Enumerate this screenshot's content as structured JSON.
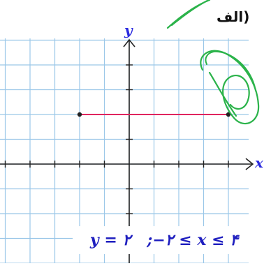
{
  "part_label": "الف)",
  "equation": "y = ۲   ;−۲ ≤ x ≤ ۴",
  "axes": {
    "x_label": "x",
    "y_label": "y"
  },
  "graph": {
    "x_range": [
      -5,
      5
    ],
    "y_range": [
      -5,
      5
    ],
    "grid": true,
    "segment": {
      "y": 2,
      "x_start": -2,
      "x_end": 4,
      "color": "#e0245e"
    }
  },
  "colors": {
    "grid": "#9bc7e8",
    "axis": "#222222",
    "label": "#2a2adf",
    "highlight": "#2bb34a"
  }
}
